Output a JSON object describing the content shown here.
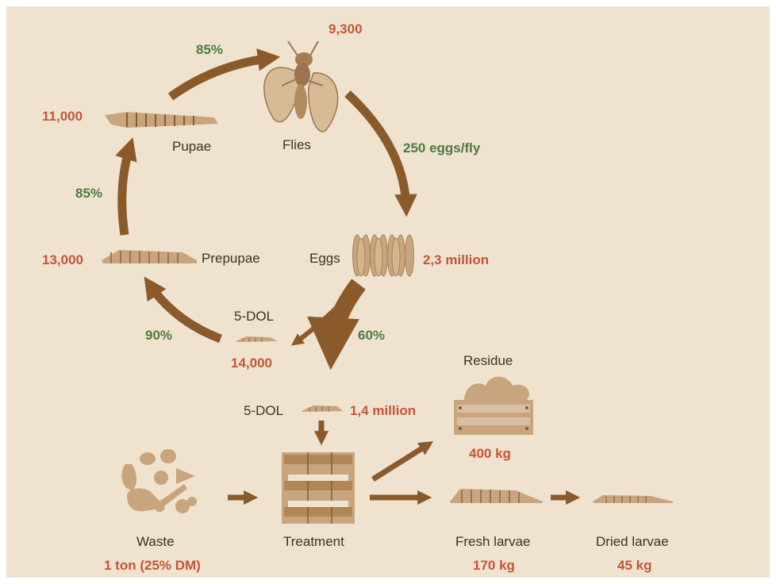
{
  "colors": {
    "background": "#efe3cf",
    "arrow": "#8a5a2b",
    "illustration": "#c8a57e",
    "red_numbers": "#c4553a",
    "green_rates": "#4f7a3f",
    "label_text": "#3f3122"
  },
  "cycle": {
    "flies": {
      "label": "Flies",
      "count": "9,300",
      "icon": "fly-icon"
    },
    "eggs": {
      "label": "Eggs",
      "count": "2,3 million",
      "icon": "eggs-icon"
    },
    "dol_small": {
      "label": "5-DOL",
      "count": "14,000",
      "icon": "larva-icon"
    },
    "prepupae": {
      "label": "Prepupae",
      "count": "13,000",
      "icon": "prepupa-icon"
    },
    "pupae": {
      "label": "Pupae",
      "count": "11,000",
      "icon": "pupa-icon"
    },
    "rate_pupae_to_flies": "85%",
    "rate_eggs_per_fly": "250 eggs/fly",
    "rate_eggs_to_dol": "60%",
    "rate_dol_to_prepupae": "90%",
    "rate_prepupae_to_pupae": "85%"
  },
  "process": {
    "dol_large": {
      "label": "5-DOL",
      "count": "1,4 million"
    },
    "waste": {
      "label": "Waste",
      "amount": "1 ton (25% DM)",
      "icon": "waste-icon"
    },
    "treatment": {
      "label": "Treatment",
      "icon": "treatment-shelves-icon"
    },
    "residue": {
      "label": "Residue",
      "amount": "400 kg",
      "icon": "residue-crate-icon"
    },
    "fresh_larvae": {
      "label": "Fresh larvae",
      "amount": "170 kg"
    },
    "dried_larvae": {
      "label": "Dried larvae",
      "amount": "45 kg"
    }
  }
}
